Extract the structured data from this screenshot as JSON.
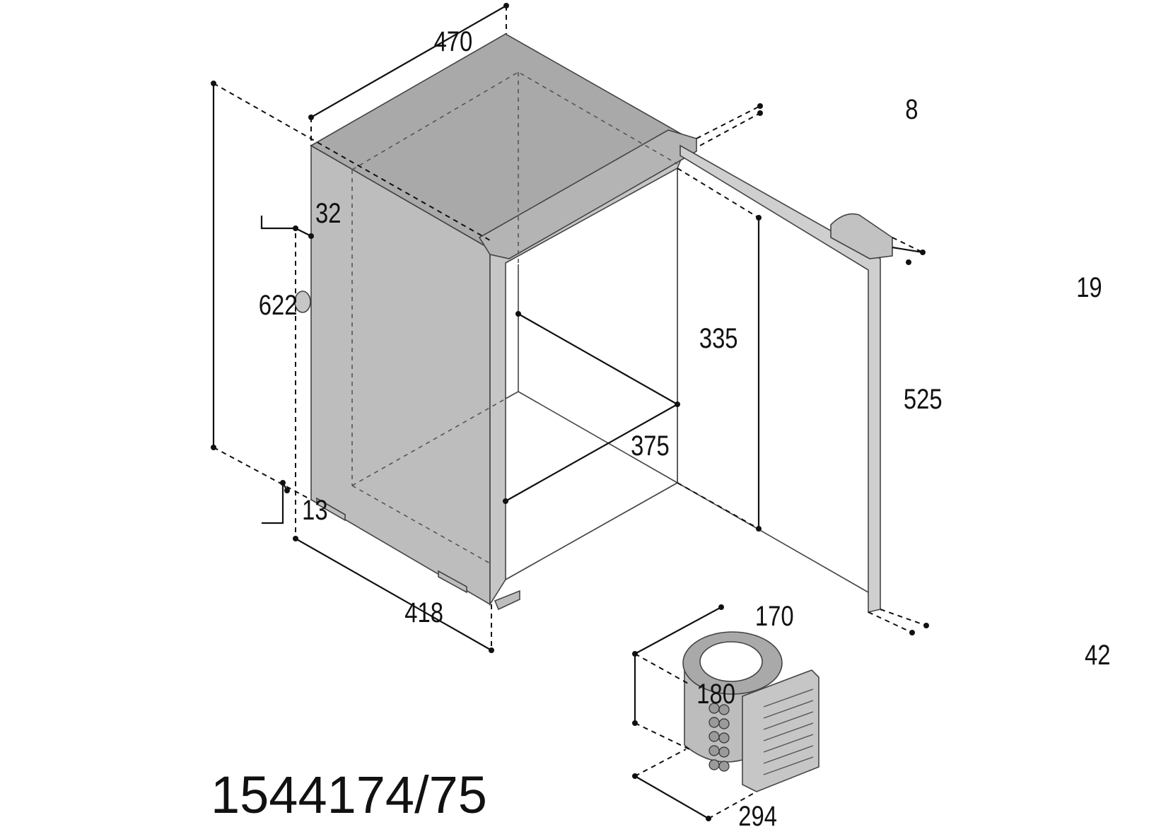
{
  "figure": {
    "model_number": "1544174/75",
    "dimensions": {
      "width_top": "470",
      "height_total": "622",
      "depth_base": "418",
      "handle_depth": "32",
      "foot_height": "13",
      "door_gap": "8",
      "handle_thickness": "19",
      "door_thickness": "42",
      "inner_depth": "335",
      "inner_width": "375",
      "inner_height": "525",
      "unit_width": "170",
      "unit_height": "180",
      "unit_length": "294"
    }
  },
  "colors": {
    "line": "#111111",
    "cabinet_top": "#a9a9a9",
    "cabinet_side": "#bdbdbd",
    "cabinet_front": "#c6c6c6",
    "door_frame": "#cfcfcf",
    "interior": "#ffffff"
  }
}
